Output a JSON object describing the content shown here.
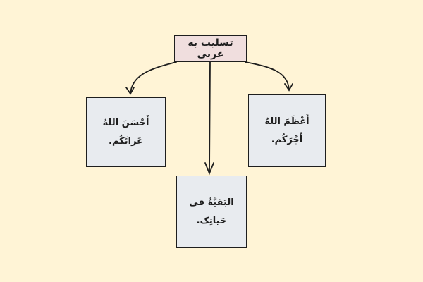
{
  "diagram": {
    "root": {
      "label": "تسلیت به عربی"
    },
    "children": [
      {
        "id": "left",
        "label": "أَحْسَنَ اللهُ عَزائَكُم."
      },
      {
        "id": "right",
        "label": "أَعْظَمَ اللهُ أَجْرَكُم."
      },
      {
        "id": "bottom",
        "label": "البَقيَّةُ في حَياتِک."
      }
    ],
    "colors": {
      "background": "#fff4d6",
      "root_fill": "#f0dede",
      "leaf_fill": "#e8ebef",
      "stroke": "#1e1e1e"
    }
  }
}
